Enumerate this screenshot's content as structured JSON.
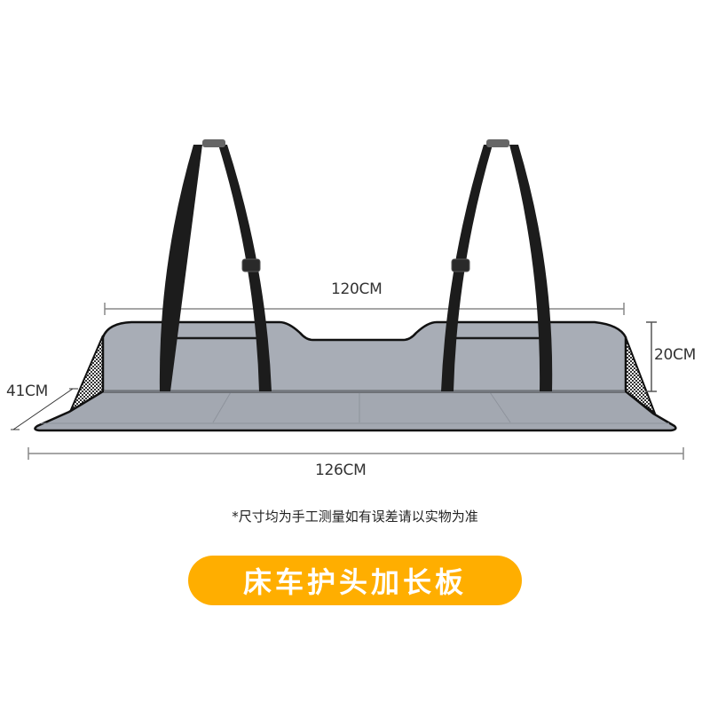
{
  "dimensions": {
    "width_top": "120CM",
    "width_bottom": "126CM",
    "height": "20CM",
    "depth": "41CM"
  },
  "note": "*尺寸均为手工测量如有误差请以实物为准",
  "title": "床车护头加长板",
  "colors": {
    "accent": "#FFAE00",
    "board": "#A6ABB4",
    "board_dark": "#9499A3",
    "outline": "#111111",
    "strap": "#1A1A1A",
    "dim_line": "#888888"
  }
}
